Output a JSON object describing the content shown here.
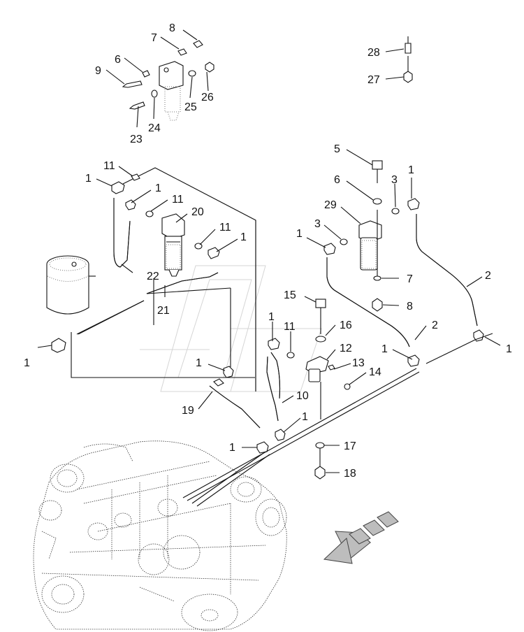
{
  "diagram": {
    "callouts": [
      {
        "id": "c8a",
        "label": "8"
      },
      {
        "id": "c7a",
        "label": "7"
      },
      {
        "id": "c6a",
        "label": "6"
      },
      {
        "id": "c9",
        "label": "9"
      },
      {
        "id": "c26",
        "label": "26"
      },
      {
        "id": "c25",
        "label": "25"
      },
      {
        "id": "c24",
        "label": "24"
      },
      {
        "id": "c23",
        "label": "23"
      },
      {
        "id": "c28",
        "label": "28"
      },
      {
        "id": "c27",
        "label": "27"
      },
      {
        "id": "c11a",
        "label": "11"
      },
      {
        "id": "c1a",
        "label": "1"
      },
      {
        "id": "c1b",
        "label": "1"
      },
      {
        "id": "c11b",
        "label": "11"
      },
      {
        "id": "c20",
        "label": "20"
      },
      {
        "id": "c11c",
        "label": "11"
      },
      {
        "id": "c1c",
        "label": "1"
      },
      {
        "id": "c22",
        "label": "22"
      },
      {
        "id": "c21",
        "label": "21"
      },
      {
        "id": "c1d",
        "label": "1"
      },
      {
        "id": "c5",
        "label": "5"
      },
      {
        "id": "c6b",
        "label": "6"
      },
      {
        "id": "c3a",
        "label": "3"
      },
      {
        "id": "c1e",
        "label": "1"
      },
      {
        "id": "c29",
        "label": "29"
      },
      {
        "id": "c1f",
        "label": "1"
      },
      {
        "id": "c3b",
        "label": "3"
      },
      {
        "id": "c2a",
        "label": "2"
      },
      {
        "id": "c7b",
        "label": "7"
      },
      {
        "id": "c8b",
        "label": "8"
      },
      {
        "id": "c15",
        "label": "15"
      },
      {
        "id": "c1g",
        "label": "1"
      },
      {
        "id": "c11d",
        "label": "11"
      },
      {
        "id": "c16",
        "label": "16"
      },
      {
        "id": "c2b",
        "label": "2"
      },
      {
        "id": "c1h",
        "label": "1"
      },
      {
        "id": "c12",
        "label": "12"
      },
      {
        "id": "c1i",
        "label": "1"
      },
      {
        "id": "c1j",
        "label": "1"
      },
      {
        "id": "c13",
        "label": "13"
      },
      {
        "id": "c14",
        "label": "14"
      },
      {
        "id": "c10",
        "label": "10"
      },
      {
        "id": "c19",
        "label": "19"
      },
      {
        "id": "c1k",
        "label": "1"
      },
      {
        "id": "c1l",
        "label": "1"
      },
      {
        "id": "c17",
        "label": "17"
      },
      {
        "id": "c18",
        "label": "18"
      }
    ]
  }
}
